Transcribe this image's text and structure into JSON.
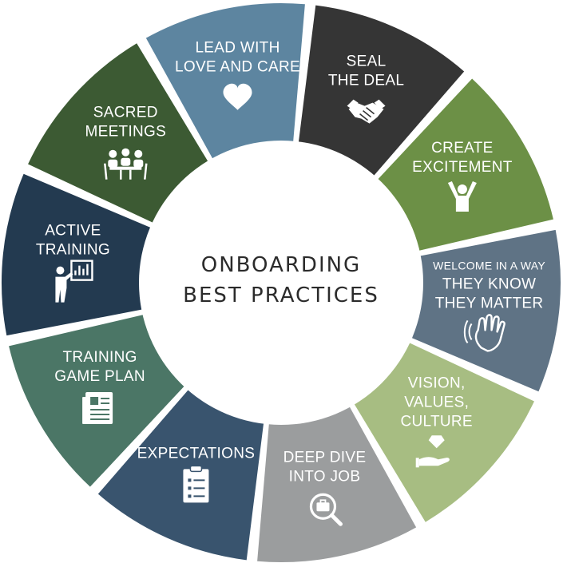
{
  "center": {
    "line1": "ONBOARDING",
    "line2": "BEST PRACTICES"
  },
  "segments": [
    {
      "lines": [
        "SEAL",
        "THE DEAL"
      ],
      "color": "#353535",
      "icon": "handshake-icon"
    },
    {
      "lines": [
        "CREATE",
        "EXCITEMENT"
      ],
      "color": "#6c9046",
      "icon": "person-cheering-icon"
    },
    {
      "lines": [
        "WELCOME IN A WAY",
        "THEY KNOW",
        "THEY MATTER"
      ],
      "color": "#5f7385",
      "icon": "waving-hand-icon"
    },
    {
      "lines": [
        "VISION,",
        "VALUES,",
        "CULTURE"
      ],
      "color": "#a7bd82",
      "icon": "hand-diamond-icon"
    },
    {
      "lines": [
        "DEEP DIVE",
        "INTO JOB"
      ],
      "color": "#9b9d9e",
      "icon": "briefcase-magnifier-icon"
    },
    {
      "lines": [
        "EXPECTATIONS"
      ],
      "color": "#39546e",
      "icon": "clipboard-checklist-icon"
    },
    {
      "lines": [
        "TRAINING",
        "GAME PLAN"
      ],
      "color": "#4b7666",
      "icon": "document-plan-icon"
    },
    {
      "lines": [
        "ACTIVE",
        "TRAINING"
      ],
      "color": "#233a50",
      "icon": "presenter-board-icon"
    },
    {
      "lines": [
        "SACRED",
        "MEETINGS"
      ],
      "color": "#3c5a33",
      "icon": "meeting-table-icon"
    },
    {
      "lines": [
        "LEAD WITH",
        "LOVE AND CARE"
      ],
      "color": "#5d85a0",
      "icon": "heart-icon"
    }
  ]
}
